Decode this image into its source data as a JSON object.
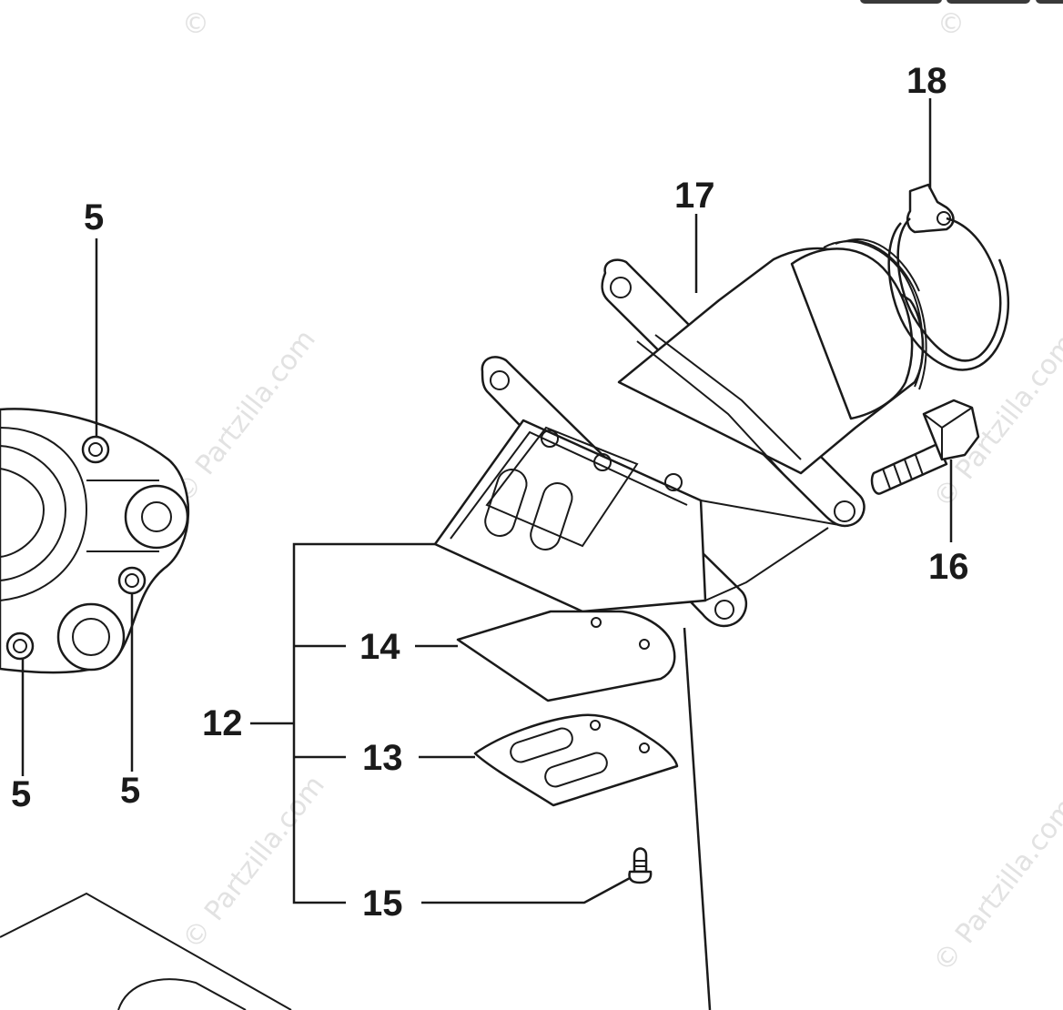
{
  "watermark": {
    "text": "© Partzilla.com",
    "copyright_mark": "©"
  },
  "callouts": [
    {
      "id": "5a",
      "text": "5"
    },
    {
      "id": "5b",
      "text": "5"
    },
    {
      "id": "5c",
      "text": "5"
    },
    {
      "id": "12",
      "text": "12"
    },
    {
      "id": "13",
      "text": "13"
    },
    {
      "id": "14",
      "text": "14"
    },
    {
      "id": "15",
      "text": "15"
    },
    {
      "id": "16",
      "text": "16"
    },
    {
      "id": "17",
      "text": "17"
    },
    {
      "id": "18",
      "text": "18"
    }
  ]
}
